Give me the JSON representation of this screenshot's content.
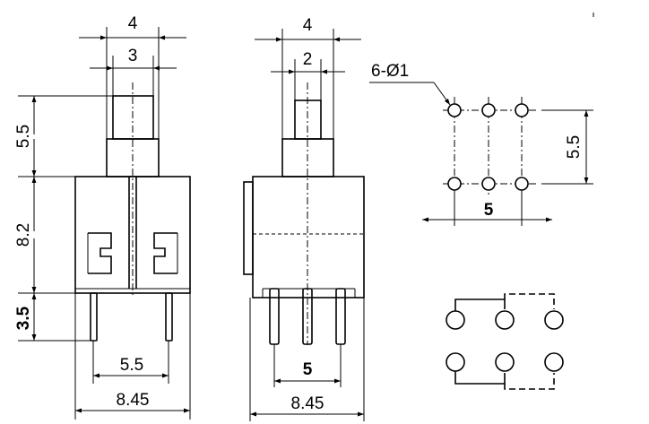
{
  "dimensions": {
    "front_top_width": "4",
    "front_plunger_width": "3",
    "front_plunger_height": "5.5",
    "front_body_height": "8.2",
    "front_pin_length": "3.5",
    "front_pin_spacing": "5.5",
    "front_total_width": "8.45",
    "side_top_width": "4",
    "side_plunger_width": "2",
    "side_pin_spacing": "5",
    "side_total_width": "8.45",
    "footprint_hole_spec": "6-Ø1",
    "footprint_row_spacing": "5.5",
    "footprint_col_spacing": "5"
  }
}
